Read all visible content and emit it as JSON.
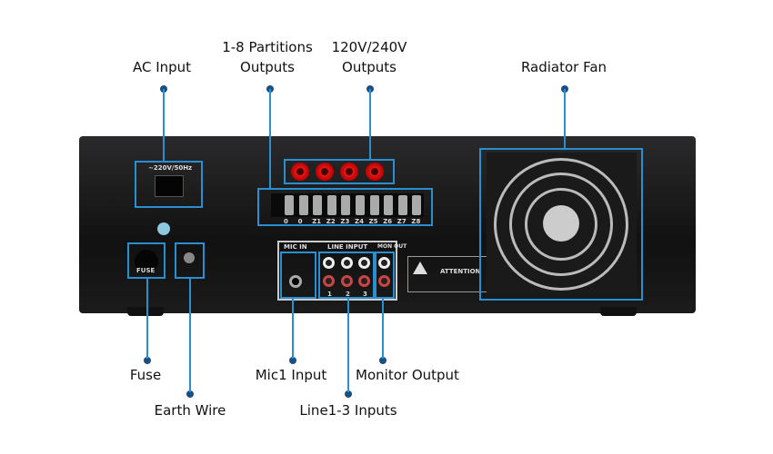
{
  "labels": {
    "ac_input": "AC Input",
    "partitions": "1-8 Partitions",
    "partitions2": "Outputs",
    "volt": "120V/240V",
    "volt2": "Outputs",
    "fan": "Radiator Fan",
    "fuse": "Fuse",
    "earth": "Earth Wire",
    "mic": "Mic1 Input",
    "line": "Line1-3 Inputs",
    "monitor": "Monitor Output"
  },
  "panel": {
    "ac_rating": "~220V/50Hz",
    "fuse": "FUSE",
    "mic_in": "MIC IN",
    "line_input": "LINE INPUT",
    "mon_out": "MON OUT",
    "attention": "ATTENTION",
    "zones": [
      "0",
      "0",
      "Z1",
      "Z2",
      "Z3",
      "Z4",
      "Z5",
      "Z6",
      "Z7",
      "Z8"
    ],
    "line_nums": [
      "1",
      "2",
      "3"
    ]
  },
  "colors": {
    "accent": "#2a8fd0",
    "dot": "#1a4f86"
  }
}
